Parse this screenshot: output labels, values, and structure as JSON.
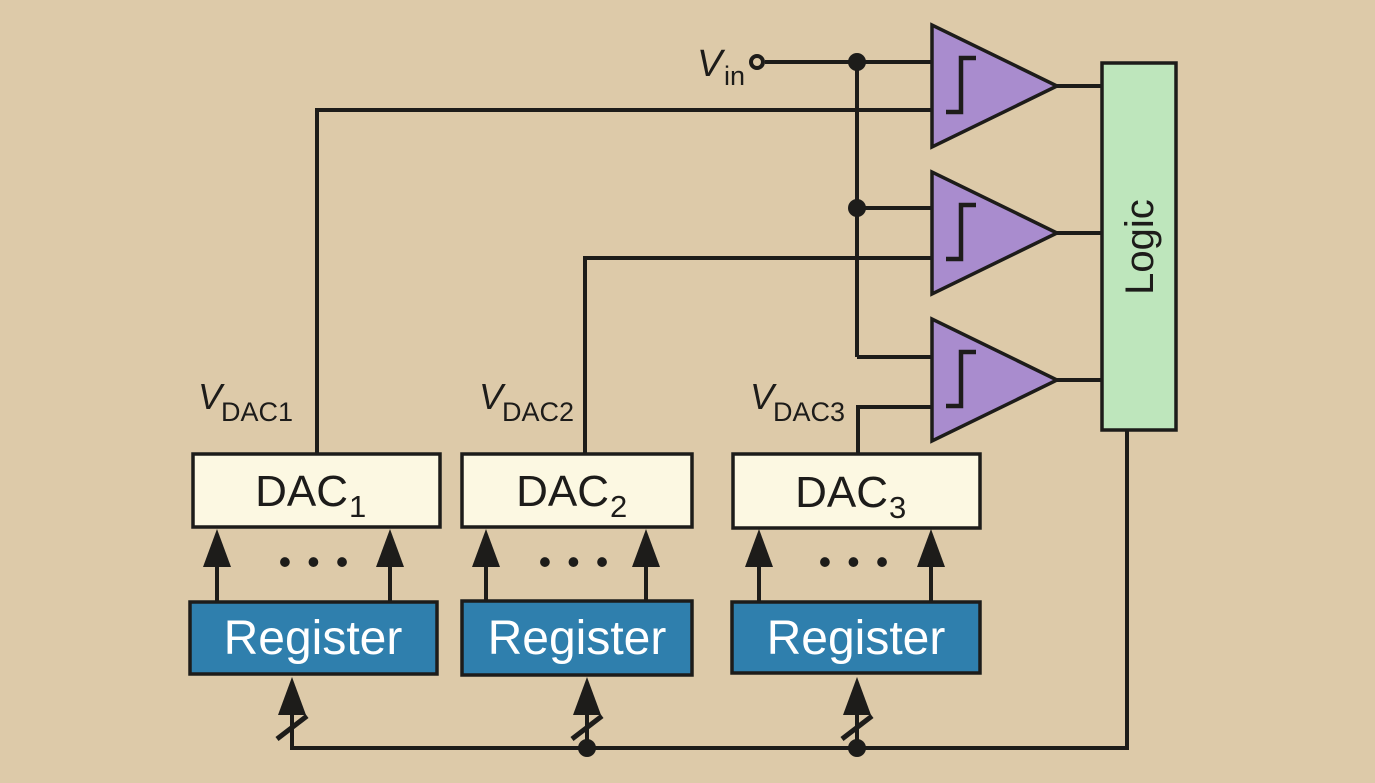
{
  "diagram": {
    "type": "circuit-block-diagram",
    "description_hint": "multi-stage ADC with DACs, registers, comparators and logic",
    "colors": {
      "background": "#ddcaa9",
      "line": "#1d1c1a",
      "comparator_fill": "#a98cce",
      "logic_fill": "#bee6bc",
      "dac_fill": "#fcf8e2",
      "register_fill": "#2f7fad",
      "register_text": "#ffffff"
    },
    "input_label": {
      "main": "V",
      "sub": "in"
    },
    "vdac_labels": [
      {
        "main": "V",
        "sub": "DAC1"
      },
      {
        "main": "V",
        "sub": "DAC2"
      },
      {
        "main": "V",
        "sub": "DAC3"
      }
    ],
    "dac_blocks": [
      {
        "main": "DAC",
        "sub": "1"
      },
      {
        "main": "DAC",
        "sub": "2"
      },
      {
        "main": "DAC",
        "sub": "3"
      }
    ],
    "register_blocks": [
      {
        "label": "Register"
      },
      {
        "label": "Register"
      },
      {
        "label": "Register"
      }
    ],
    "logic_block": {
      "label": "Logic"
    },
    "ellipsis": "• • •"
  }
}
